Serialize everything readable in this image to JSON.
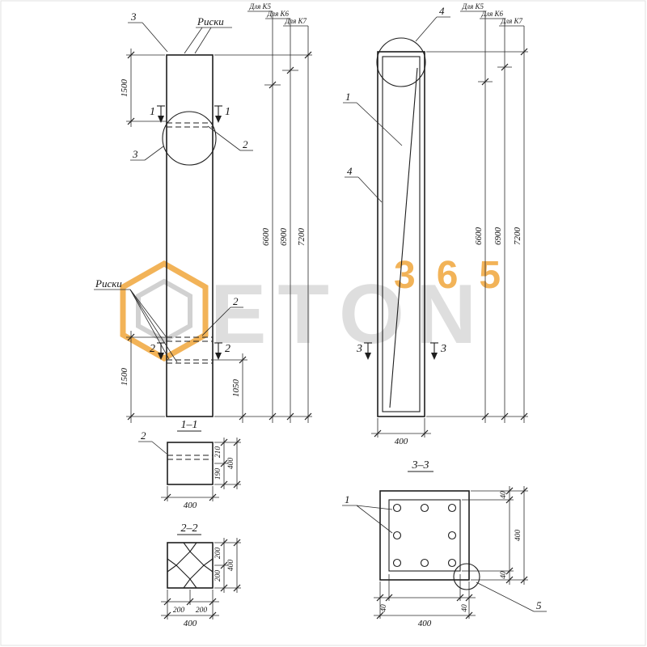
{
  "watermark": {
    "brand": "ETON",
    "suffix": "365",
    "accent_color": "#f0a63c",
    "gray_color": "#d9d9d9"
  },
  "front_view": {
    "riski_top": "Риски",
    "pos3_top": "3",
    "pos3_detail": "3",
    "pos2_detail": "2",
    "riski_bottom": "Риски",
    "pos2_bottom": "2",
    "cut1": "1",
    "cut2": "2",
    "dim_1500_top": "1500",
    "dim_1500_bottom": "1500",
    "dim_1050": "1050",
    "k_labels": [
      "Для К5",
      "Для К6",
      "Для К7"
    ],
    "lengths": [
      "6600",
      "6900",
      "7200"
    ]
  },
  "side_view": {
    "pos4_top": "4",
    "pos1_bar": "1",
    "pos4_mid": "4",
    "cut3": "3",
    "dim_width": "400",
    "k_labels": [
      "Для К5",
      "Для К6",
      "Для К7"
    ],
    "lengths": [
      "6600",
      "6900",
      "7200"
    ]
  },
  "section_1_1": {
    "title": "1–1",
    "pos2": "2",
    "dim_top": "210",
    "dim_bottom": "190",
    "dim_side": "400",
    "dim_width": "400"
  },
  "section_2_2": {
    "title": "2–2",
    "dim_r1": "200",
    "dim_r2": "200",
    "dim_side": "400",
    "dim_b1": "200",
    "dim_b2": "200",
    "dim_width": "400"
  },
  "section_3_3": {
    "title": "3–3",
    "pos1": "1",
    "pos5": "5",
    "cover_rt": "40",
    "cover_rb": "40",
    "cover_bl": "40",
    "cover_br": "40",
    "dim_side": "400",
    "dim_width": "400"
  }
}
